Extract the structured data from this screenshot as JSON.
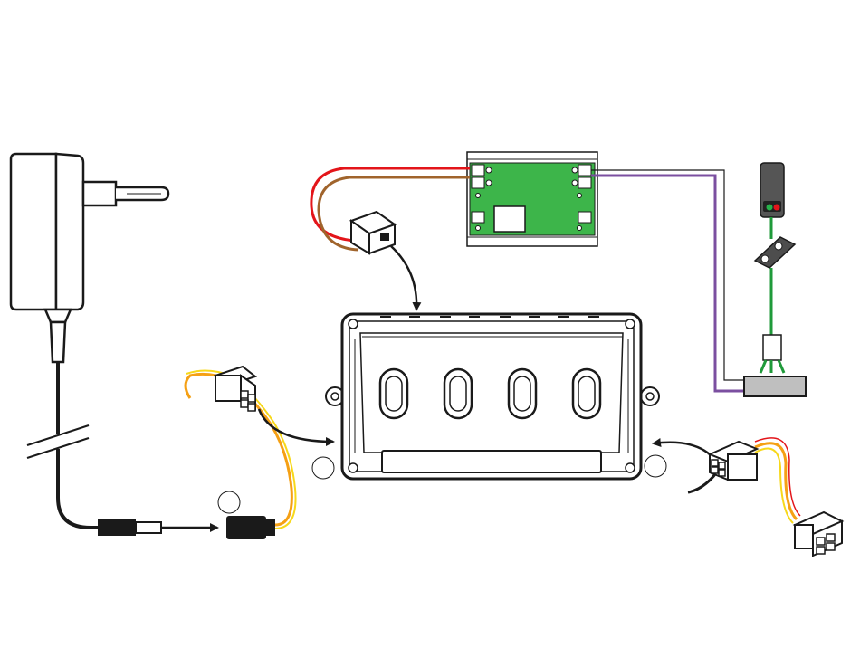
{
  "colors": {
    "outline": "#1a1a1a",
    "pcb_green": "#3db54a",
    "wire_red": "#e3151a",
    "wire_brown": "#a0642c",
    "wire_purple": "#7b4fa0",
    "wire_green": "#1f9a3a",
    "wire_orange": "#f5a014",
    "wire_yellow": "#f7d81a",
    "panel_grey": "#bfbfbf",
    "light_red": "#e3151a",
    "light_green": "#27b24a"
  },
  "components": {
    "power_adapter": {
      "icon": "plug-adapter-icon"
    },
    "controller_board": {
      "icon": "pcb-icon"
    },
    "control_panel": {
      "icon": "button-panel-icon",
      "button_count": 4
    },
    "signal": {
      "icon": "traffic-signal-icon"
    },
    "sensor_plug": {
      "icon": "rj-plug-icon"
    },
    "cable_left": {
      "icon": "4pin-connector-icon"
    },
    "cable_right": {
      "icon": "4pin-connector-icon"
    },
    "dc_jack": {
      "icon": "barrel-jack-icon"
    }
  },
  "markers": [
    "step-circle-1",
    "step-circle-2",
    "step-circle-3"
  ]
}
